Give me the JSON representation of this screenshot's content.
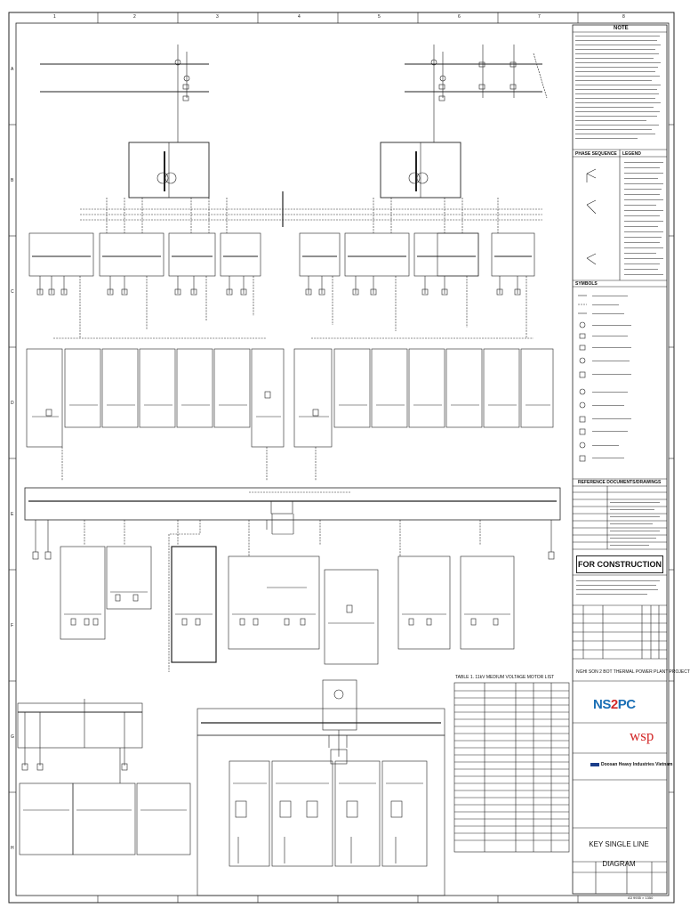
{
  "sheet": {
    "drawing_title": "KEY SINGLE LINE DIAGRAM",
    "status": "FOR CONSTRUCTION",
    "table_title": "TABLE 1. 11kV MEDIUM VOLTAGE MOTOR LIST",
    "project_title": "NGHI SON 2 BOT THERMAL POWER PLANT PROJECT",
    "sheet_ref": "A3 9935 × 1350",
    "grid_columns": [
      "1",
      "2",
      "3",
      "4",
      "5",
      "6",
      "7",
      "8"
    ],
    "grid_rows": [
      "A",
      "B",
      "C",
      "D",
      "E",
      "F",
      "G",
      "H"
    ]
  },
  "notes_panel": {
    "note_header": "NOTE",
    "phase_sequence_header": "PHASE SEQUENCE",
    "legend_header": "LEGEND",
    "symbols_header": "SYMBOLS",
    "reference_header": "REFERENCE DOCUMENTS/DRAWINGS"
  },
  "logos": {
    "ns2pc_a": "NS",
    "ns2pc_b": "2",
    "ns2pc_c": "PC",
    "wsp": "wsp",
    "doosan": "Doosan Heavy Industries Vietnam"
  },
  "colors": {
    "line": "#222222",
    "accent_blue": "#1a6fb5",
    "accent_red": "#d32a2a"
  }
}
